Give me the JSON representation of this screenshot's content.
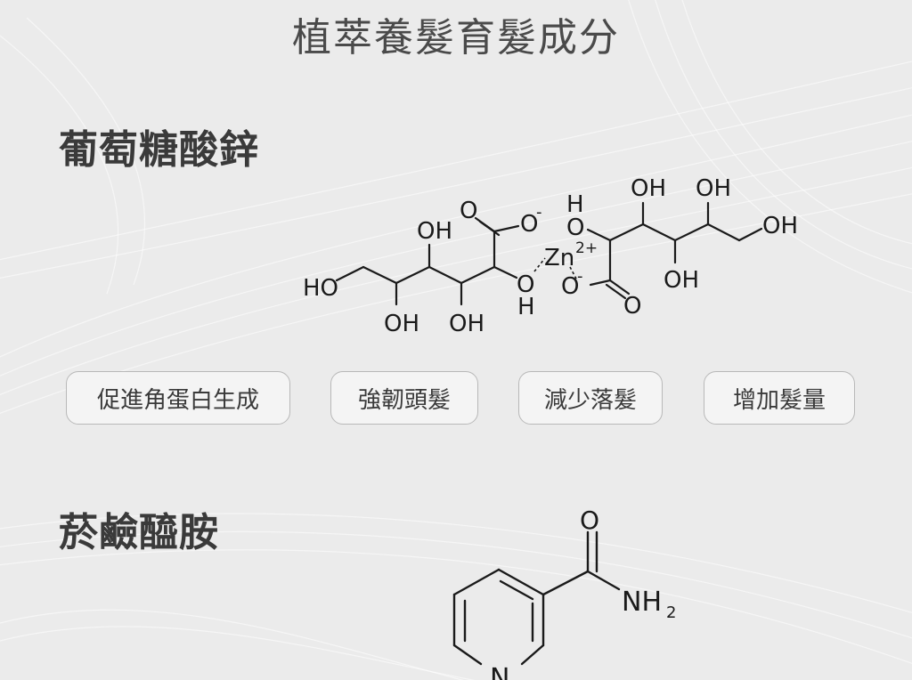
{
  "header": {
    "title": "植萃養髮育髮成分"
  },
  "zinc_gluconate": {
    "name": "葡萄糖酸鋅",
    "labels": {
      "oh": "OH",
      "ho": "HO",
      "o": "O",
      "h": "H",
      "zn": "Zn",
      "zn_charge": "2+",
      "minus": "-"
    },
    "benefits": [
      "促進角蛋白生成",
      "強韌頭髮",
      "減少落髮",
      "增加髮量"
    ]
  },
  "niacinamide": {
    "name": "菸鹼醯胺",
    "labels": {
      "o": "O",
      "nh": "NH",
      "sub2": "2",
      "n": "N"
    }
  }
}
